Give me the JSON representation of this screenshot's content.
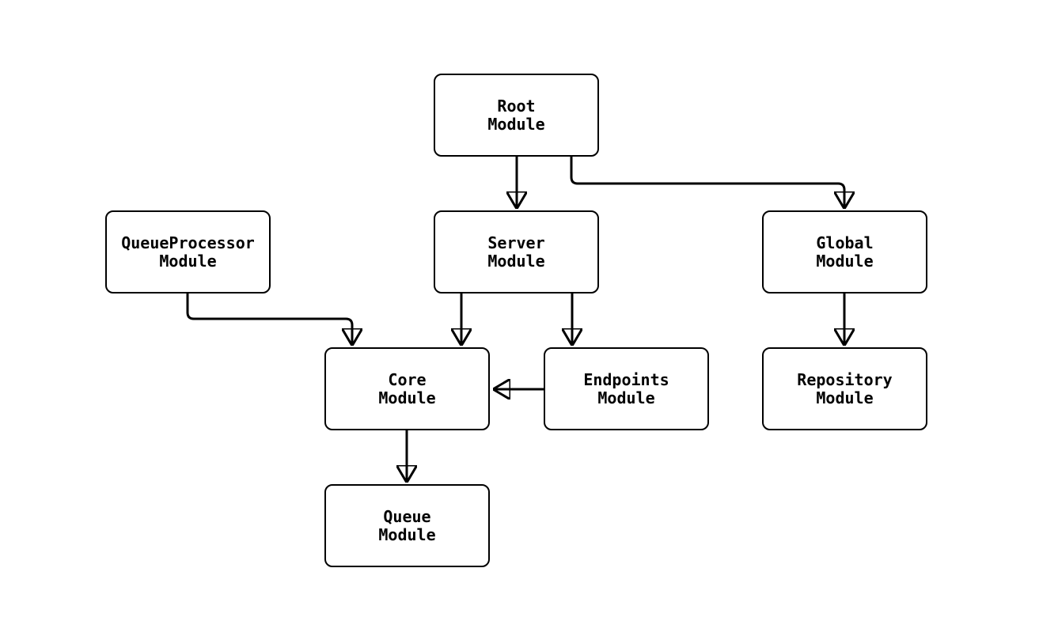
{
  "diagram": {
    "type": "flowchart",
    "direction": "top-down",
    "background_color": "#ffffff",
    "node_fill_color": "#ffffff",
    "node_border_color": "#000000",
    "edge_color": "#000000",
    "text_color": "#000000",
    "nodes": {
      "root": {
        "line1": "Root",
        "line2": "Module"
      },
      "queue_processor": {
        "line1": "QueueProcessor",
        "line2": "Module"
      },
      "server": {
        "line1": "Server",
        "line2": "Module"
      },
      "global": {
        "line1": "Global",
        "line2": "Module"
      },
      "core": {
        "line1": "Core",
        "line2": "Module"
      },
      "endpoints": {
        "line1": "Endpoints",
        "line2": "Module"
      },
      "repository": {
        "line1": "Repository",
        "line2": "Module"
      },
      "queue": {
        "line1": "Queue",
        "line2": "Module"
      }
    },
    "edges": [
      {
        "from": "Root Module",
        "to": "Server Module",
        "arrow": "arrowhead"
      },
      {
        "from": "Root Module",
        "to": "Global Module",
        "arrow": "arrowhead"
      },
      {
        "from": "QueueProcessor Module",
        "to": "Core Module",
        "arrow": "arrowhead"
      },
      {
        "from": "Server Module",
        "to": "Core Module",
        "arrow": "arrowhead"
      },
      {
        "from": "Server Module",
        "to": "Endpoints Module",
        "arrow": "arrowhead"
      },
      {
        "from": "Endpoints Module",
        "to": "Core Module",
        "arrow": "arrowhead"
      },
      {
        "from": "Global Module",
        "to": "Repository Module",
        "arrow": "arrowhead"
      },
      {
        "from": "Core Module",
        "to": "Queue Module",
        "arrow": "arrowhead"
      }
    ]
  }
}
